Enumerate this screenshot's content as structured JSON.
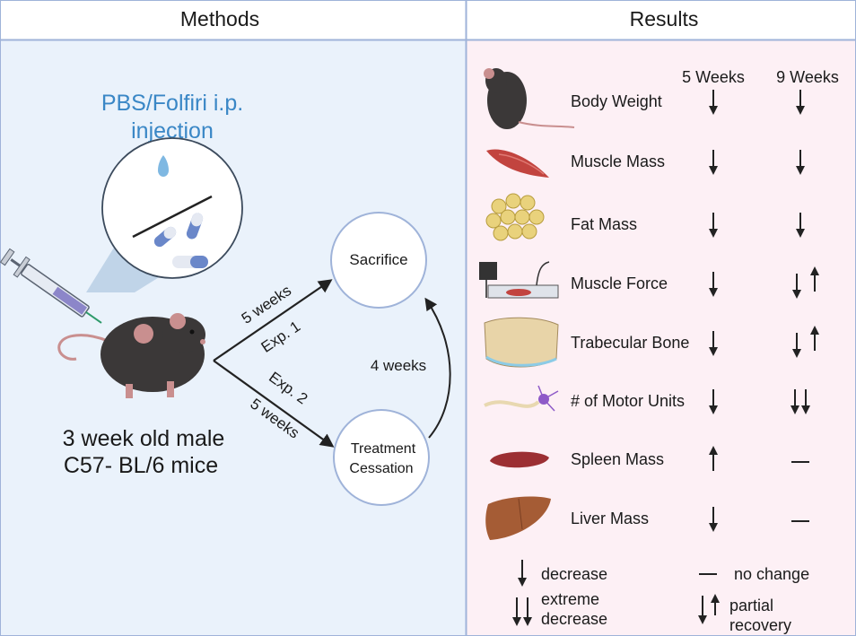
{
  "headers": {
    "methods": "Methods",
    "results": "Results"
  },
  "methods": {
    "injection_line1": "PBS/Folfiri i.p.",
    "injection_line2": "injection",
    "mice_line1": "3 week old male",
    "mice_line2": "C57- BL/6 mice",
    "sacrifice": "Sacrifice",
    "cessation_line1": "Treatment",
    "cessation_line2": "Cessation",
    "exp1_duration": "5 weeks",
    "exp1_label": "Exp. 1",
    "exp2_label": "Exp. 2",
    "exp2_duration": "5 weeks",
    "recovery_duration": "4 weeks"
  },
  "results": {
    "col_5w": "5 Weeks",
    "col_9w": "9 Weeks",
    "rows": [
      {
        "label": "Body Weight",
        "w5": "down",
        "w9": "down",
        "icon": "mouse-icon"
      },
      {
        "label": "Muscle Mass",
        "w5": "down",
        "w9": "down",
        "icon": "muscle-icon"
      },
      {
        "label": "Fat Mass",
        "w5": "down",
        "w9": "down",
        "icon": "fat-cells-icon"
      },
      {
        "label": "Muscle Force",
        "w5": "down",
        "w9": "partial",
        "icon": "force-apparatus-icon"
      },
      {
        "label": "Trabecular Bone",
        "w5": "down",
        "w9": "partial",
        "icon": "bone-icon"
      },
      {
        "label": "# of Motor Units",
        "w5": "down",
        "w9": "extreme",
        "icon": "neuron-icon"
      },
      {
        "label": "Spleen Mass",
        "w5": "up",
        "w9": "none",
        "icon": "spleen-icon"
      },
      {
        "label": "Liver Mass",
        "w5": "down",
        "w9": "none",
        "icon": "liver-icon"
      }
    ]
  },
  "legend": {
    "decrease": "decrease",
    "no_change": "no change",
    "extreme_line1": "extreme",
    "extreme_line2": "decrease",
    "partial_line1": "partial",
    "partial_line2": "recovery"
  },
  "colors": {
    "methods_bg": "#eaf2fb",
    "results_bg": "#fdf0f5",
    "border": "#9fb3d9",
    "injection_text": "#3a87c6",
    "arrow": "#222222"
  }
}
